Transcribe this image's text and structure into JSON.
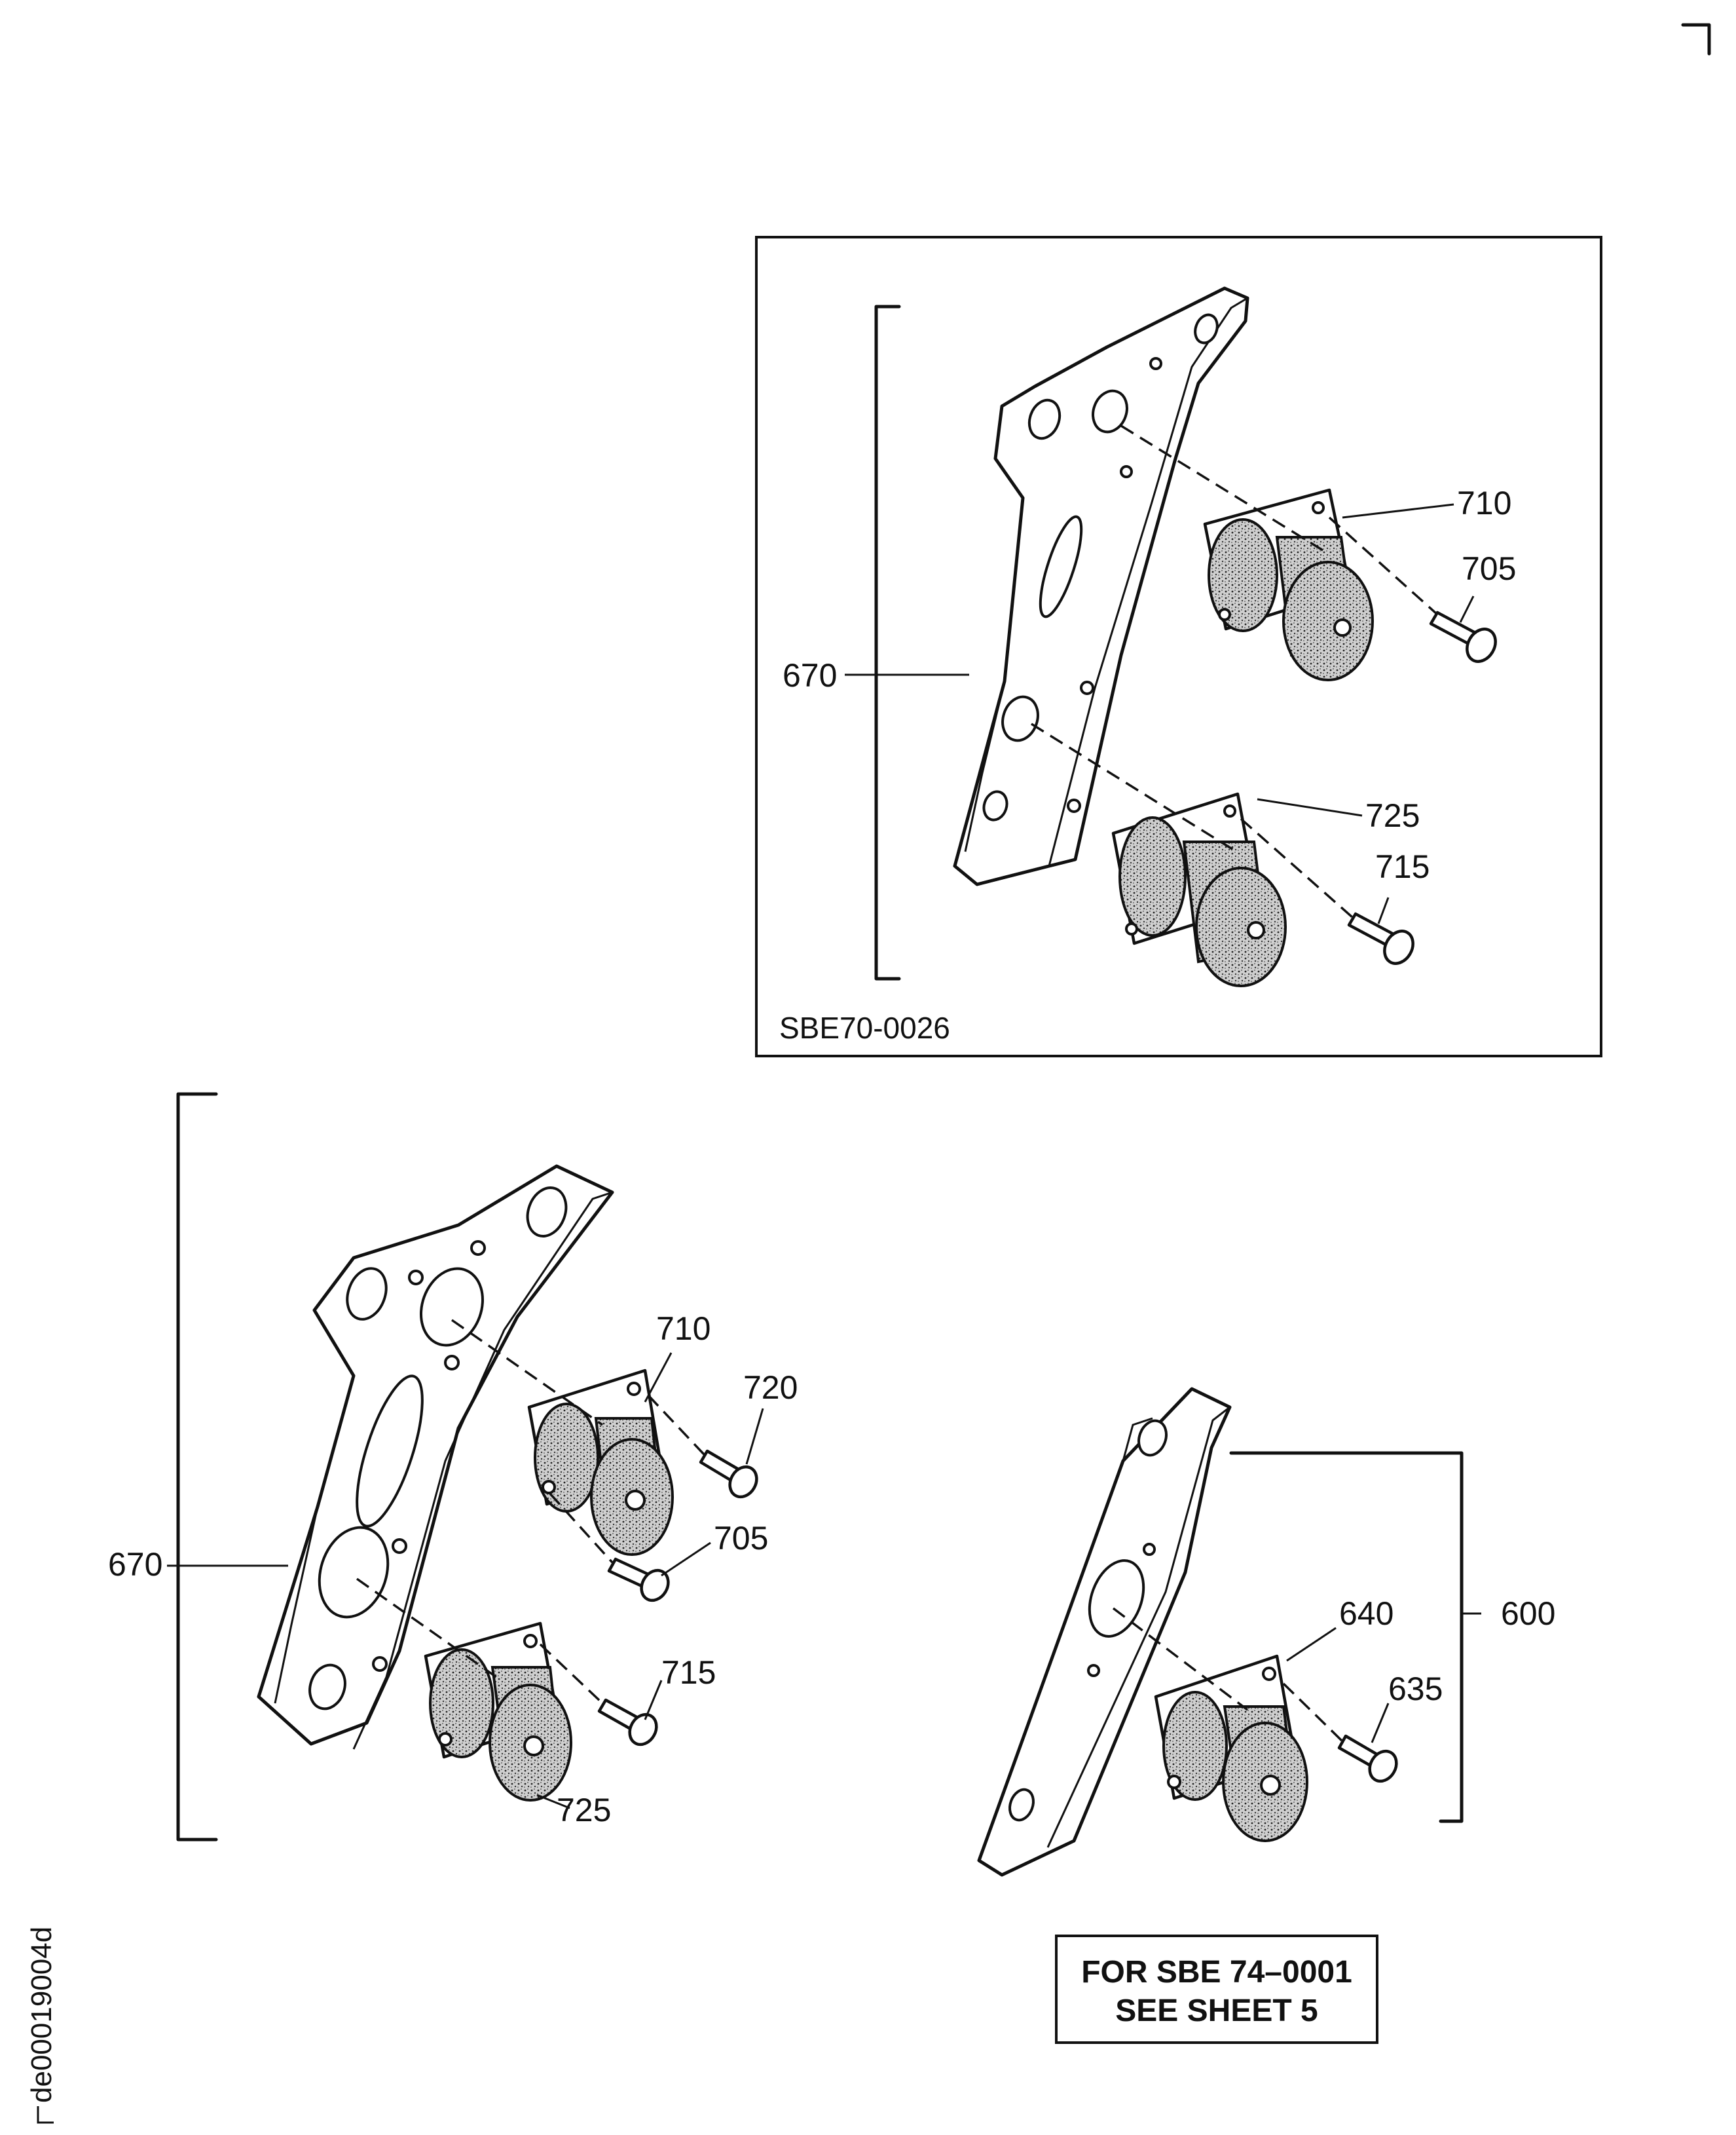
{
  "callouts": {
    "inset_710": "710",
    "inset_705": "705",
    "inset_670": "670",
    "inset_725": "725",
    "inset_715": "715",
    "left_710": "710",
    "left_720": "720",
    "left_705": "705",
    "left_670": "670",
    "left_715": "715",
    "left_725": "725",
    "right_640": "640",
    "right_635": "635",
    "right_600": "600"
  },
  "inset_reference": "SBE70-0026",
  "note": {
    "line1": "FOR SBE 74–0001",
    "line2": "SEE SHEET 5"
  },
  "doc_id": "de00019004d"
}
